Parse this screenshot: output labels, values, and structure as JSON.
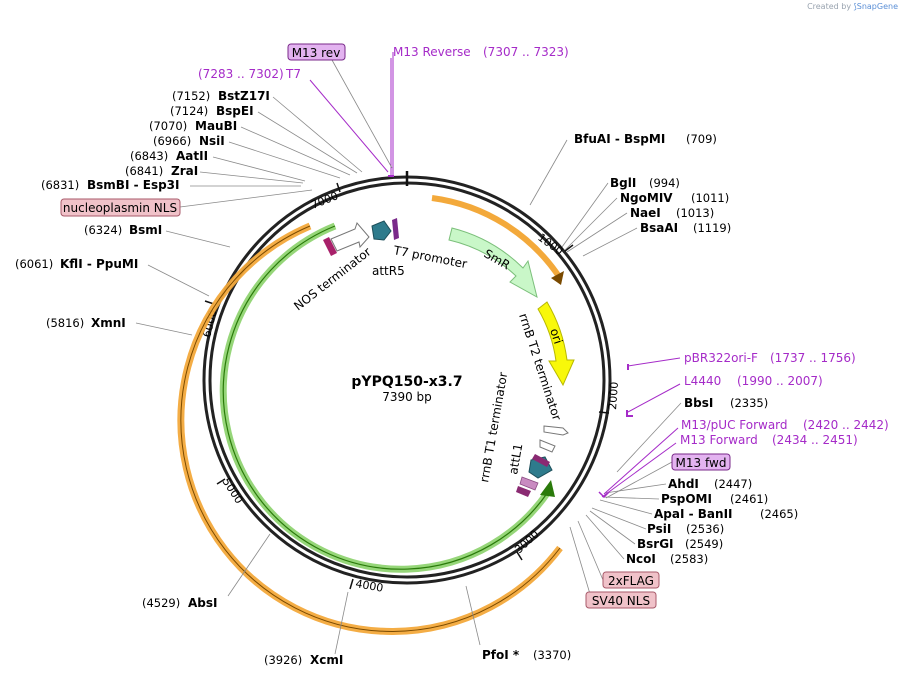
{
  "credit": {
    "prefix": "Created by",
    "brand": "SnapGene"
  },
  "plasmid": {
    "name": "pYPQ150-x3.7",
    "length_label": "7390 bp"
  },
  "tick_labels": [
    "1000",
    "2000",
    "3000",
    "4000",
    "5000",
    "6000",
    "7000"
  ],
  "features": {
    "smr": "SmR",
    "ori": "ori",
    "t7_promoter": "T7 promoter",
    "rrnb_t2": "rrnB T2 terminator",
    "rrnb_t1": "rrnB T1 terminator",
    "attl1": "attL1",
    "attr5": "attR5",
    "nos_terminator": "NOS terminator"
  },
  "right_sites": [
    {
      "name": "BfuAI  -  BspMI",
      "pos": "(709)"
    },
    {
      "name": "BglI",
      "pos": "(994)"
    },
    {
      "name": "NgoMIV",
      "pos": "(1011)"
    },
    {
      "name": "NaeI",
      "pos": "(1013)"
    },
    {
      "name": "BsaAI",
      "pos": "(1119)"
    },
    {
      "name": "BbsI",
      "pos": "(2335)"
    },
    {
      "name": "AhdI",
      "pos": "(2447)"
    },
    {
      "name": "PspOMI",
      "pos": "(2461)"
    },
    {
      "name": "ApaI  -  BanII",
      "pos": "(2465)"
    },
    {
      "name": "PsiI",
      "pos": "(2536)"
    },
    {
      "name": "BsrGI",
      "pos": "(2549)"
    },
    {
      "name": "NcoI",
      "pos": "(2583)"
    }
  ],
  "right_primers": [
    {
      "name": "pBR322ori-F",
      "range": "(1737 .. 1756)"
    },
    {
      "name": "L4440",
      "range": "(1990 .. 2007)"
    },
    {
      "name": "M13/pUC Forward",
      "range": "(2420 .. 2442)"
    },
    {
      "name": "M13 Forward",
      "range": "(2434 .. 2451)"
    }
  ],
  "top_primer": {
    "name": "M13 Reverse",
    "range": "(7307 .. 7323)"
  },
  "t7_primer": {
    "name": "T7",
    "range": "(7283 .. 7302)"
  },
  "boxed": {
    "m13_rev": "M13 rev",
    "m13_fwd": "M13 fwd",
    "nucleoplasmin_nls": "nucleoplasmin NLS",
    "flag": "2xFLAG",
    "sv40_nls": "SV40 NLS"
  },
  "left_sites": [
    {
      "name": "BstZ17I",
      "pos": "(7152)"
    },
    {
      "name": "BspEI",
      "pos": "(7124)"
    },
    {
      "name": "MauBI",
      "pos": "(7070)"
    },
    {
      "name": "NsiI",
      "pos": "(6966)"
    },
    {
      "name": "AatII",
      "pos": "(6843)"
    },
    {
      "name": "ZraI",
      "pos": "(6841)"
    },
    {
      "name": "BsmBI  -  Esp3I",
      "pos": "(6831)"
    },
    {
      "name": "BsmI",
      "pos": "(6324)"
    },
    {
      "name": "KflI  -  PpuMI",
      "pos": "(6061)"
    },
    {
      "name": "XmnI",
      "pos": "(5816)"
    }
  ],
  "bottom_sites": [
    {
      "name": "AbsI",
      "pos": "(4529)"
    },
    {
      "name": "XcmI",
      "pos": "(3926)"
    },
    {
      "name": "PfoI *",
      "pos": "(3370)"
    }
  ]
}
